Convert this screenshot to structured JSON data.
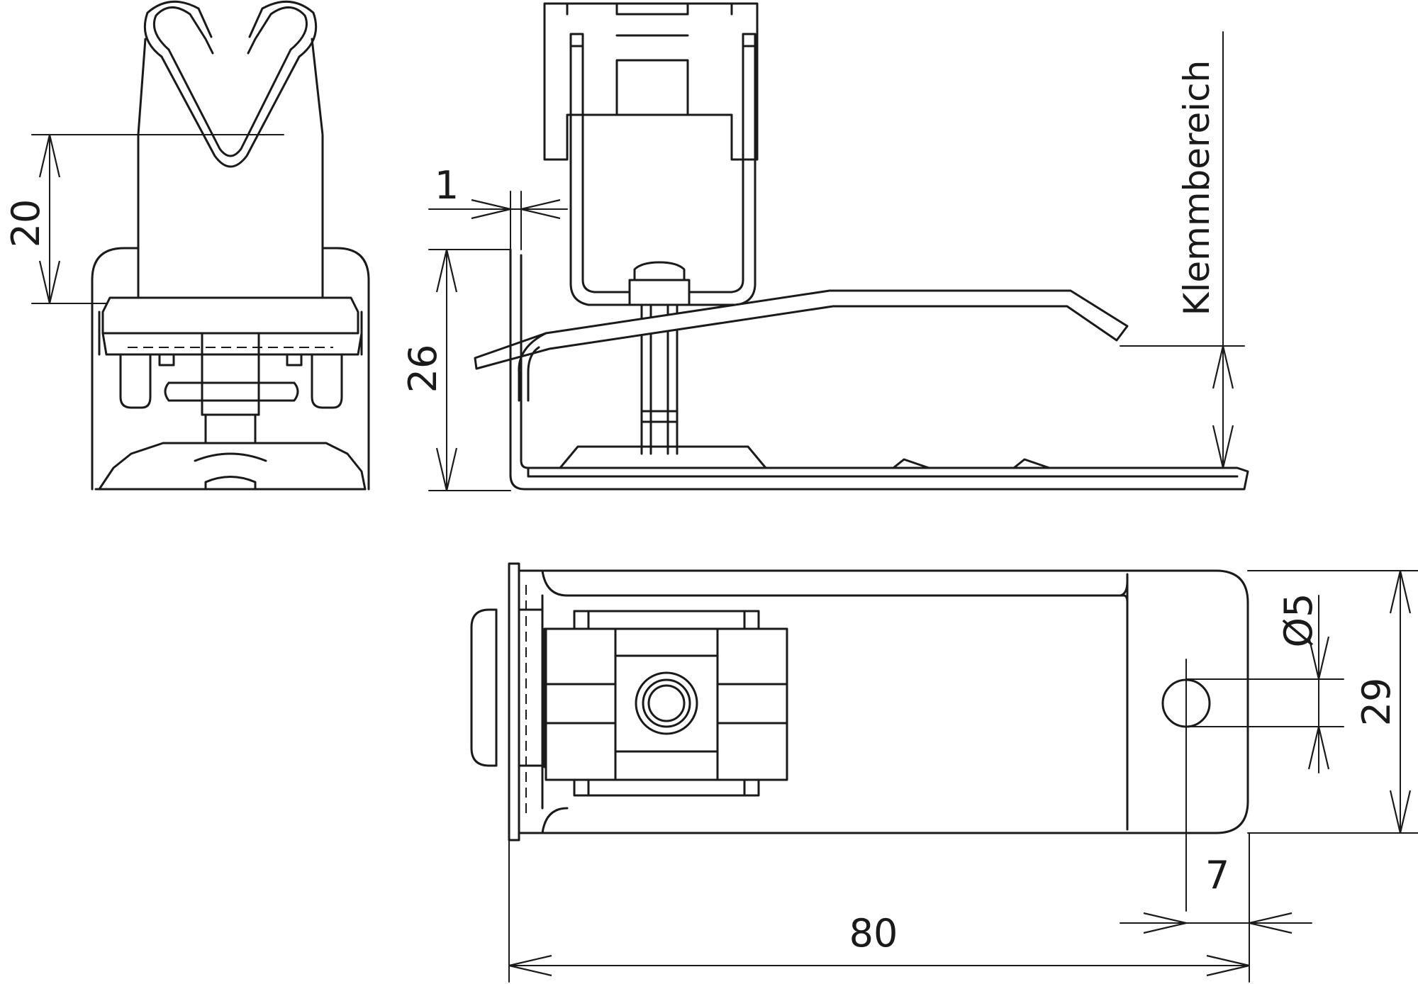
{
  "dimensions": {
    "gap_top_view": "20",
    "wall_thickness": "1",
    "height": "26",
    "clamping_range_label": "Klemmbereich",
    "hole_diameter": "Ø5",
    "width": "29",
    "hole_offset": "7",
    "length": "80"
  },
  "colors": {
    "line": "#1a1a1a",
    "background": "#ffffff"
  }
}
